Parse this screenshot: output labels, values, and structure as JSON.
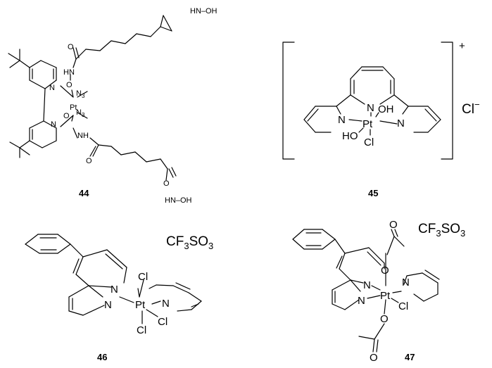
{
  "compounds": [
    {
      "id": "44",
      "atoms": {
        "nhoh_top": "HN–OH",
        "o_top": "O",
        "hn_top": "HN",
        "n_py1": "N",
        "o_pt1": "O",
        "n3_a": "N",
        "n3_a_sub": "3",
        "pt": "Pt",
        "n3_b": "N",
        "n3_b_sub": "3",
        "o_pt2": "O",
        "n_py2": "N",
        "nh_bot": "NH",
        "o_bot": "O",
        "o_term": "O",
        "nhoh_bot": "HN–OH"
      }
    },
    {
      "id": "45",
      "atoms": {
        "n_center": "N",
        "n_left": "N",
        "n_right": "N",
        "pt": "Pt",
        "oh_top": "OH",
        "ho_bot": "HO",
        "cl": "Cl"
      },
      "charge": "+",
      "counterion": "Cl",
      "counterion_charge": "−"
    },
    {
      "id": "46",
      "atoms": {
        "n_center": "N",
        "n_left": "N",
        "n_right": "N",
        "pt": "Pt",
        "cl_top": "Cl",
        "cl_bot": "Cl",
        "cl_right": "Cl"
      },
      "counterion": {
        "a": "CF",
        "sub1": "3",
        "b": "SO",
        "sub2": "3"
      }
    },
    {
      "id": "47",
      "atoms": {
        "o_top": "O",
        "o_carbonyl_top": "O",
        "n_center": "N",
        "n_left": "N",
        "n_right": "N",
        "pt": "Pt",
        "cl": "Cl",
        "o_bot": "O",
        "o_carbonyl_bot": "O"
      },
      "counterion": {
        "a": "CF",
        "sub1": "3",
        "b": "SO",
        "sub2": "3"
      }
    }
  ]
}
